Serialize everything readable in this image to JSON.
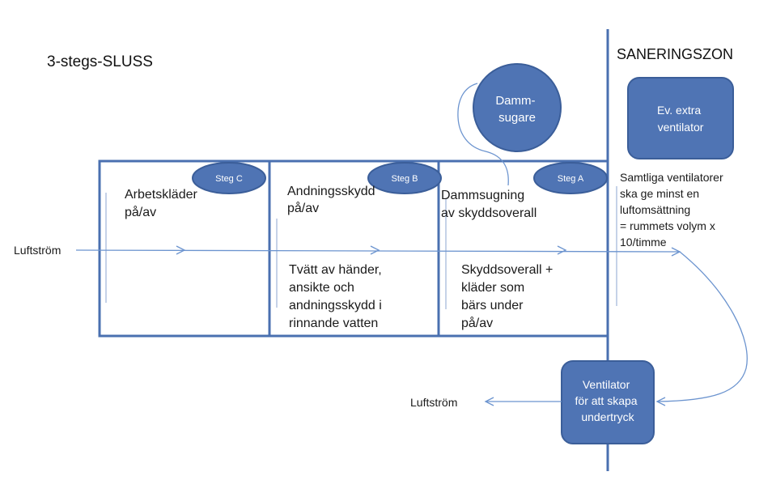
{
  "title": "3-stegs-SLUSS",
  "zone_label": "SANERINGSZON",
  "stages": {
    "c": {
      "badge": "Steg C",
      "top_lines": [
        "Arbetskläder",
        "på/av"
      ],
      "bottom_lines": []
    },
    "b": {
      "badge": "Steg B",
      "top_lines": [
        "Andningsskydd",
        "på/av"
      ],
      "bottom_lines": [
        "Tvätt av händer,",
        "ansikte och",
        "andningsskydd i",
        "rinnande vatten"
      ]
    },
    "a": {
      "badge": "Steg A",
      "top_lines": [
        "Dammsugning",
        "av skyddsoverall"
      ],
      "bottom_lines": [
        "Skyddsoverall +",
        "kläder som",
        "bärs under",
        "på/av"
      ]
    }
  },
  "vacuum_lines": [
    "Damm-",
    "sugare"
  ],
  "extra_fan_lines": [
    "Ev. extra",
    "ventilator"
  ],
  "note_lines": [
    "Samtliga ventilatorer",
    "ska ge minst en",
    "luftomsättning",
    "= rummets volym x",
    "10/timme"
  ],
  "fan_lines": [
    "Ventilator",
    "för att skapa",
    "undertryck"
  ],
  "airflow_in": "Luftström",
  "airflow_out": "Luftström",
  "colors": {
    "shape_fill": "#4f74b4",
    "box_stroke": "#4a70b0",
    "flow_line": "#6c94cf"
  }
}
